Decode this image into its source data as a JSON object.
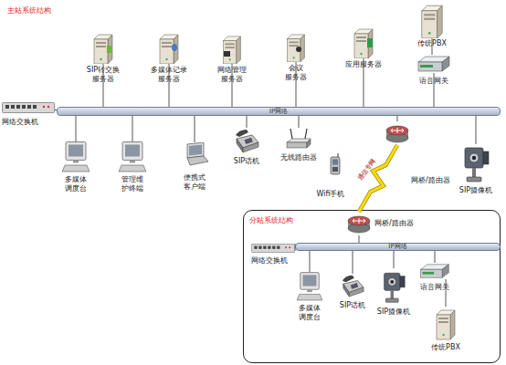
{
  "diagram": {
    "title": "主站系统结构",
    "nodes": [
      {
        "text": [
          "SIP转交换 服务器"
        ]
      },
      {
        "text": [
          "多媒体记录 服务器"
        ]
      },
      {
        "text": [
          "网络管理 服务器"
        ]
      },
      {
        "text": [
          "会议 服务器"
        ]
      },
      {
        "text": [
          "应用服务器"
        ]
      },
      {
        "text": [
          "传统PBX"
        ]
      },
      {
        "text": [
          "语音网关"
        ]
      },
      {
        "text": [
          "网络交换机"
        ]
      },
      {
        "text": [
          "IP网络"
        ]
      },
      {
        "text": [
          "多媒体 调度台"
        ]
      },
      {
        "text": [
          "管理维 护终端"
        ]
      },
      {
        "text": [
          "便携式 客户端"
        ]
      },
      {
        "text": [
          "SIP话机"
        ]
      },
      {
        "text": [
          "无线路由器"
        ]
      },
      {
        "text": [
          "Wifi手机"
        ]
      },
      {
        "text": [
          "网桥/路由器"
        ]
      },
      {
        "text": [
          "SIP摄像机"
        ]
      },
      {
        "text": [
          "分站系统结构"
        ]
      },
      {
        "text": [
          "网桥/路由器"
        ],
        "in": 17
      },
      {
        "text": [
          "网络交换机"
        ],
        "in": 17
      },
      {
        "text": [
          "IP网络"
        ],
        "in": 17
      },
      {
        "text": [
          "多媒体 调度台"
        ],
        "in": 17
      },
      {
        "text": [
          "SIP话机"
        ],
        "in": 17
      },
      {
        "text": [
          "SIP摄像机"
        ],
        "in": 17
      },
      {
        "text": [
          "语音网关"
        ],
        "in": 17
      },
      {
        "text": [
          "传统PBX"
        ],
        "in": 17
      }
    ],
    "edges": [
      {
        "from": 0,
        "to": 8,
        "arrow": "none"
      },
      {
        "from": 1,
        "to": 8,
        "arrow": "none"
      },
      {
        "from": 2,
        "to": 8,
        "arrow": "none"
      },
      {
        "from": 3,
        "to": 8,
        "arrow": "none"
      },
      {
        "from": 4,
        "to": 8,
        "arrow": "none"
      },
      {
        "from": 5,
        "to": 6,
        "arrow": "none"
      },
      {
        "from": 6,
        "to": 8,
        "arrow": "none"
      },
      {
        "from": 7,
        "to": 8,
        "arrow": "none"
      },
      {
        "from": 9,
        "to": 8,
        "arrow": "none"
      },
      {
        "from": 10,
        "to": 8,
        "arrow": "none"
      },
      {
        "from": 11,
        "to": 8,
        "arrow": "none"
      },
      {
        "from": 12,
        "to": 8,
        "arrow": "none"
      },
      {
        "from": 13,
        "to": 8,
        "arrow": "none"
      },
      {
        "from": 15,
        "to": 8,
        "arrow": "none"
      },
      {
        "from": 16,
        "to": 8,
        "arrow": "none"
      },
      {
        "from": 15,
        "to": 18,
        "label": "通信专网",
        "arrow": "none"
      },
      {
        "from": 18,
        "to": 20,
        "arrow": "none"
      },
      {
        "from": 19,
        "to": 20,
        "arrow": "none"
      },
      {
        "from": 21,
        "to": 20,
        "arrow": "none"
      },
      {
        "from": 22,
        "to": 20,
        "arrow": "none"
      },
      {
        "from": 23,
        "to": 20,
        "arrow": "none"
      },
      {
        "from": 24,
        "to": 20,
        "arrow": "none"
      },
      {
        "from": 25,
        "to": 24,
        "arrow": "none"
      }
    ]
  }
}
